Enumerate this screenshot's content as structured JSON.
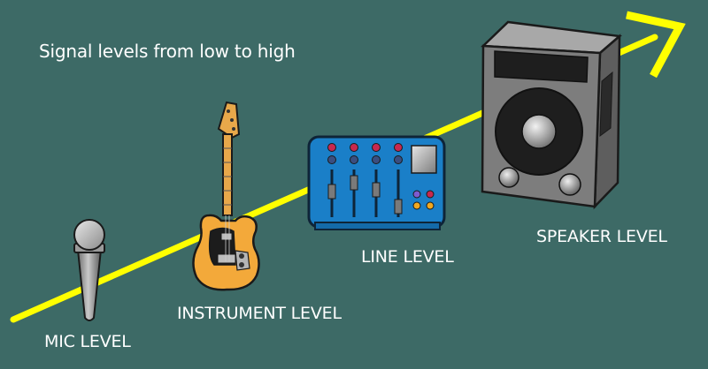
{
  "title": "Signal levels from low to high",
  "levels": {
    "mic": "MIC LEVEL",
    "instrument": "INSTRUMENT LEVEL",
    "line": "LINE LEVEL",
    "speaker": "SPEAKER LEVEL"
  },
  "colors": {
    "background": "#3d6a66",
    "arrow": "#ffff00",
    "text": "#ffffff",
    "mixer": "#1a7fc8",
    "guitar_body": "#f3a93a",
    "speaker_cabinet": "#7d7d7d"
  },
  "icons": [
    "microphone-icon",
    "electric-guitar-icon",
    "mixing-console-icon",
    "speaker-cabinet-icon",
    "arrow-icon"
  ]
}
